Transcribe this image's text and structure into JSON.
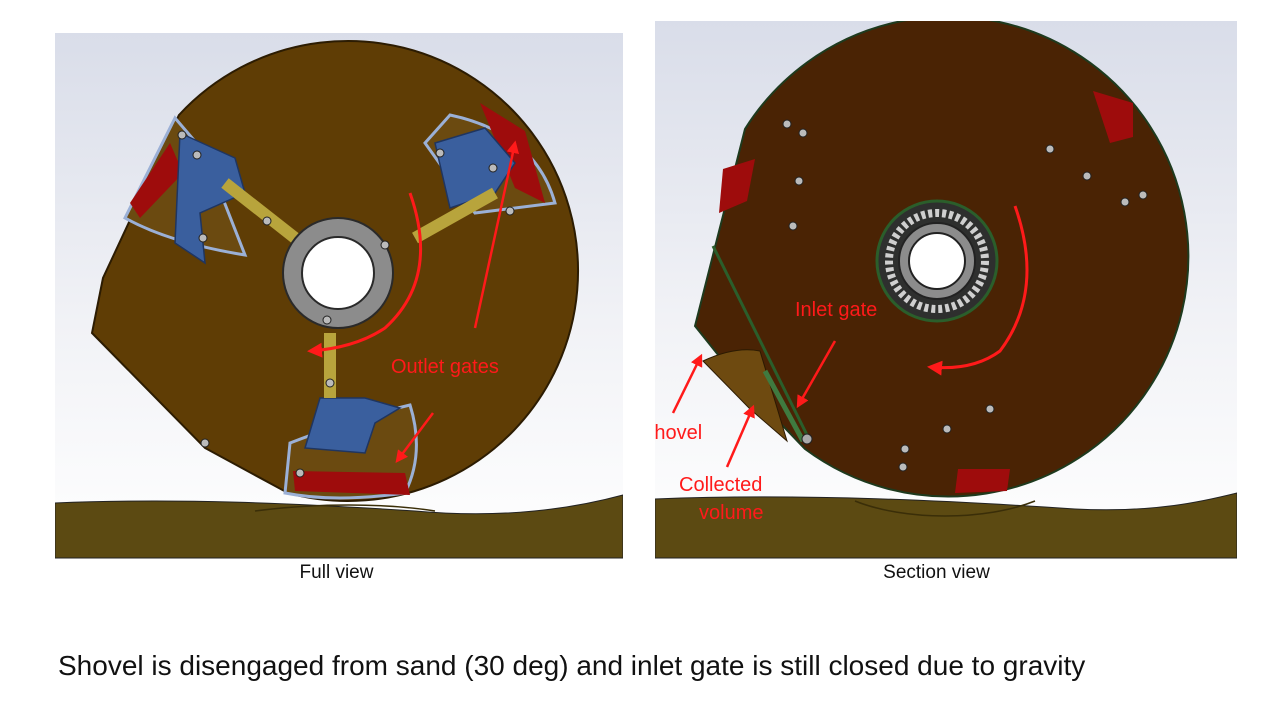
{
  "left_panel": {
    "caption": "Full view",
    "annotations": {
      "outlet_gates": "Outlet gates"
    }
  },
  "right_panel": {
    "caption": "Section view",
    "annotations": {
      "inlet_gate": "Inlet gate",
      "shovel": "Shovel",
      "collected_volume_line1": "Collected",
      "collected_volume_line2": "volume"
    }
  },
  "bottom_text": "Shovel is disengaged from sand (30 deg) and inlet gate is still closed due to gravity",
  "colors": {
    "annotation": "#ff1a1a",
    "wheel_full": "#5f3d05",
    "wheel_section": "#4a2304",
    "sand": "#5c4a12",
    "gate_red": "#9e0c0c",
    "linkage_blue": "#3a5f9e",
    "background_gradient_top": "#dfe2ec"
  }
}
